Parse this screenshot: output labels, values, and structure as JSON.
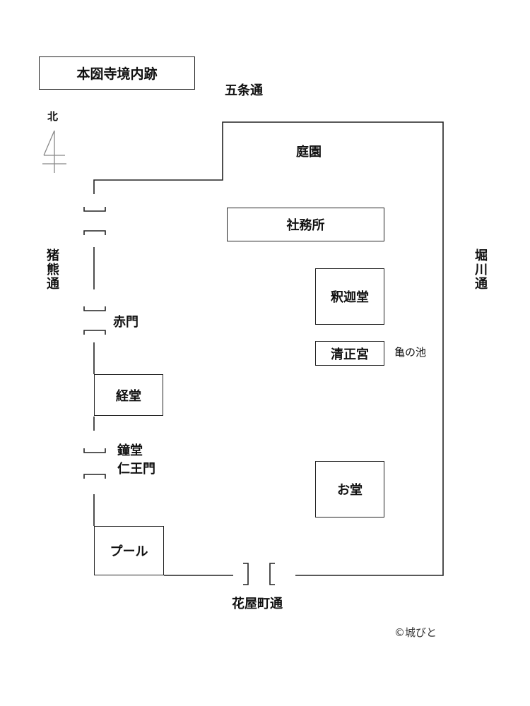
{
  "title": "本圀寺境内跡",
  "north": "北",
  "roads": {
    "top": "五条通",
    "left": "猪熊通",
    "right": "堀川通",
    "bottom": "花屋町通"
  },
  "areas": {
    "garden": "庭園",
    "office": "社務所",
    "shaka": "釈迦堂",
    "kiyomasa": "清正宮",
    "kame": "亀の池",
    "kyodo": "経堂",
    "shodo": "鐘堂",
    "niomon": "仁王門",
    "akamon": "赤門",
    "odo": "お堂",
    "pool": "プール"
  },
  "copyright": "©城びと"
}
